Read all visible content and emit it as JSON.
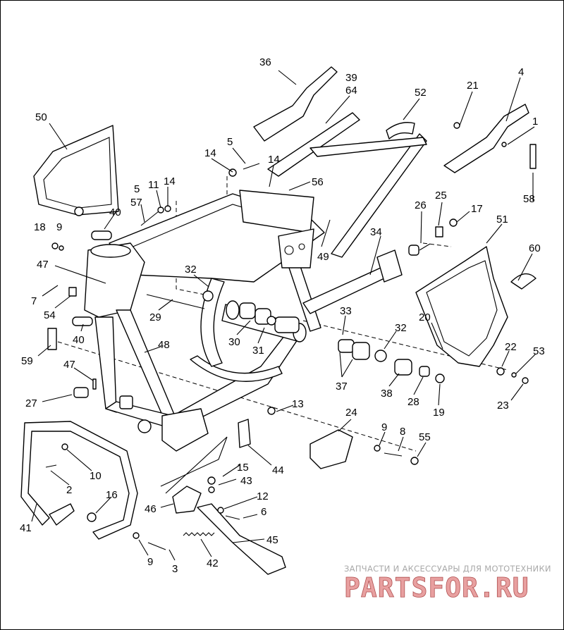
{
  "callouts": [
    {
      "n": "36"
    },
    {
      "n": "39"
    },
    {
      "n": "64"
    },
    {
      "n": "52"
    },
    {
      "n": "21"
    },
    {
      "n": "4"
    },
    {
      "n": "1"
    },
    {
      "n": "50"
    },
    {
      "n": "5"
    },
    {
      "n": "14"
    },
    {
      "n": "14"
    },
    {
      "n": "56"
    },
    {
      "n": "58"
    },
    {
      "n": "11"
    },
    {
      "n": "14"
    },
    {
      "n": "5"
    },
    {
      "n": "57"
    },
    {
      "n": "40"
    },
    {
      "n": "26"
    },
    {
      "n": "25"
    },
    {
      "n": "17"
    },
    {
      "n": "51"
    },
    {
      "n": "18"
    },
    {
      "n": "9"
    },
    {
      "n": "34"
    },
    {
      "n": "60"
    },
    {
      "n": "49"
    },
    {
      "n": "47"
    },
    {
      "n": "32"
    },
    {
      "n": "7"
    },
    {
      "n": "54"
    },
    {
      "n": "29"
    },
    {
      "n": "33"
    },
    {
      "n": "32"
    },
    {
      "n": "20"
    },
    {
      "n": "40"
    },
    {
      "n": "30"
    },
    {
      "n": "31"
    },
    {
      "n": "48"
    },
    {
      "n": "22"
    },
    {
      "n": "53"
    },
    {
      "n": "59"
    },
    {
      "n": "47"
    },
    {
      "n": "37"
    },
    {
      "n": "38"
    },
    {
      "n": "28"
    },
    {
      "n": "19"
    },
    {
      "n": "23"
    },
    {
      "n": "27"
    },
    {
      "n": "13"
    },
    {
      "n": "24"
    },
    {
      "n": "9"
    },
    {
      "n": "8"
    },
    {
      "n": "55"
    },
    {
      "n": "10"
    },
    {
      "n": "2"
    },
    {
      "n": "44"
    },
    {
      "n": "15"
    },
    {
      "n": "43"
    },
    {
      "n": "16"
    },
    {
      "n": "12"
    },
    {
      "n": "46"
    },
    {
      "n": "6"
    },
    {
      "n": "41"
    },
    {
      "n": "45"
    },
    {
      "n": "9"
    },
    {
      "n": "3"
    },
    {
      "n": "42"
    }
  ],
  "watermark": {
    "caption": "ЗАПЧАСТИ И АКСЕССУАРЫ ДЛЯ МОТОТЕХНИКИ",
    "logo_text": "PARTSFOR.RU",
    "color": "#e8a0a0"
  },
  "colors": {
    "line": "#000000",
    "background": "#ffffff",
    "watermark_gray": "#a9a9a9"
  }
}
